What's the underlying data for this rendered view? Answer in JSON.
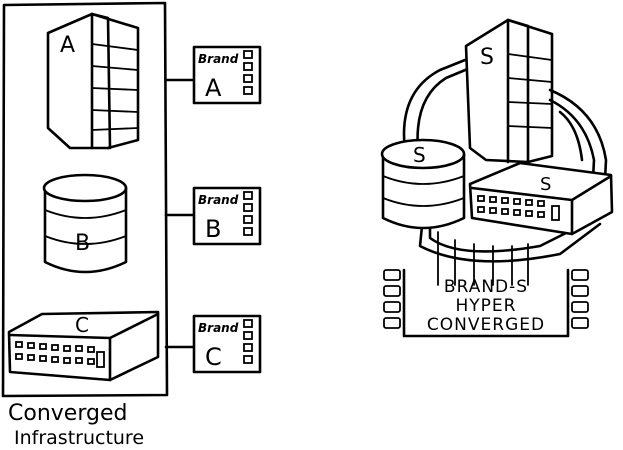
{
  "left": {
    "caption_line1": "Converged",
    "caption_line2": "Infrastructure",
    "server_label": "A",
    "storage_label": "B",
    "network_label": "C",
    "panels": [
      {
        "brand": "Brand",
        "letter": "A"
      },
      {
        "brand": "Brand",
        "letter": "B"
      },
      {
        "brand": "Brand",
        "letter": "C"
      }
    ]
  },
  "right": {
    "server_label": "S",
    "storage_label": "S",
    "network_label": "S",
    "caption_line1": "BRAND-S",
    "caption_line2": "HYPER",
    "caption_line3": "CONVERGED"
  }
}
